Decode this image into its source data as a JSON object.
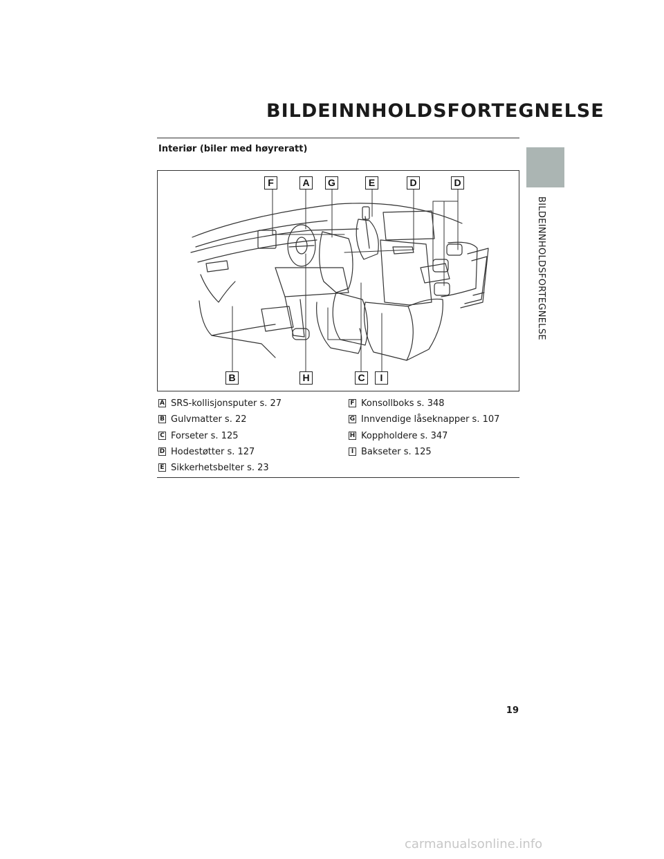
{
  "header": {
    "title": "BILDEINNHOLDSFORTEGNELSE"
  },
  "section": {
    "heading": "Interiør (biler med høyreratt)"
  },
  "figure": {
    "callouts_top": [
      "F",
      "A",
      "G",
      "E",
      "D",
      "D"
    ],
    "callouts_bottom": [
      "B",
      "H",
      "C",
      "I"
    ]
  },
  "legend": {
    "left": [
      {
        "key": "A",
        "text": "SRS-kollisjonsputer s. 27"
      },
      {
        "key": "B",
        "text": "Gulvmatter s. 22"
      },
      {
        "key": "C",
        "text": "Forseter s. 125"
      },
      {
        "key": "D",
        "text": "Hodestøtter s. 127"
      },
      {
        "key": "E",
        "text": "Sikkerhetsbelter s. 23"
      }
    ],
    "right": [
      {
        "key": "F",
        "text": "Konsollboks s. 348"
      },
      {
        "key": "G",
        "text": "Innvendige låseknapper s. 107"
      },
      {
        "key": "H",
        "text": "Koppholdere s. 347"
      },
      {
        "key": "I",
        "text": "Bakseter s. 125"
      }
    ]
  },
  "sidebar": {
    "label": "BILDEINNHOLDSFORTEGNELSE",
    "tab_color": "#abb5b3"
  },
  "footer": {
    "page_number": "19",
    "watermark": "carmanualsonline.info"
  }
}
